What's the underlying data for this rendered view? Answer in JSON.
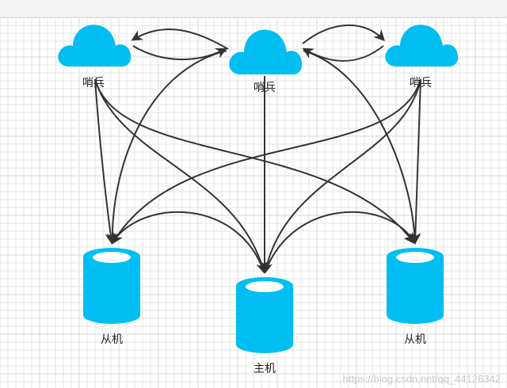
{
  "diagram": {
    "nodes": [
      {
        "id": "sentinel-1",
        "kind": "cloud",
        "label": "哨兵"
      },
      {
        "id": "sentinel-2",
        "kind": "cloud",
        "label": "哨兵"
      },
      {
        "id": "sentinel-3",
        "kind": "cloud",
        "label": "哨兵"
      },
      {
        "id": "slave-1",
        "kind": "database",
        "label": "从机"
      },
      {
        "id": "master",
        "kind": "database",
        "label": "主机"
      },
      {
        "id": "slave-2",
        "kind": "database",
        "label": "从机"
      }
    ],
    "edges": [
      {
        "from": "sentinel-2",
        "to": "sentinel-1"
      },
      {
        "from": "sentinel-1",
        "to": "sentinel-2"
      },
      {
        "from": "sentinel-2",
        "to": "sentinel-3"
      },
      {
        "from": "sentinel-3",
        "to": "sentinel-2"
      },
      {
        "from": "sentinel-1",
        "to": "slave-1"
      },
      {
        "from": "sentinel-1",
        "to": "master"
      },
      {
        "from": "sentinel-1",
        "to": "slave-2"
      },
      {
        "from": "sentinel-2",
        "to": "slave-1"
      },
      {
        "from": "sentinel-2",
        "to": "master"
      },
      {
        "from": "sentinel-2",
        "to": "slave-2"
      },
      {
        "from": "sentinel-3",
        "to": "slave-1"
      },
      {
        "from": "sentinel-3",
        "to": "master"
      },
      {
        "from": "sentinel-3",
        "to": "slave-2"
      },
      {
        "from": "master",
        "to": "slave-1"
      },
      {
        "from": "master",
        "to": "slave-2"
      }
    ]
  },
  "watermark": "https://blog.csdn.net/qq_44126342",
  "colors": {
    "node_fill": "#00BEF2",
    "edge": "#333333",
    "grid": "#e6e6e6",
    "grid_major": "#dadada"
  }
}
